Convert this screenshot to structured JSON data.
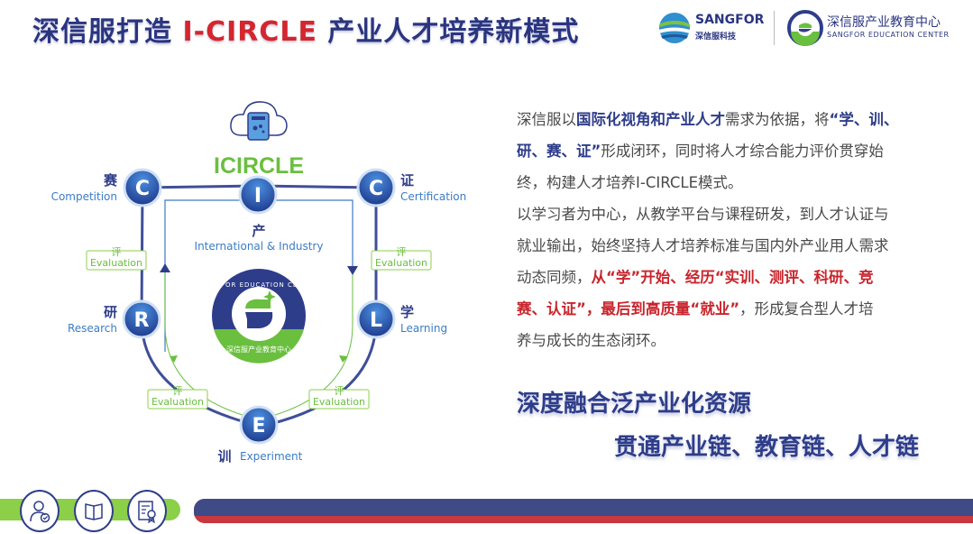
{
  "header": {
    "title_prefix": "深信服打造 ",
    "title_highlight": "I-CIRCLE",
    "title_suffix": " 产业人才培养新模式",
    "logo1_name": "SANGFOR",
    "logo1_sub": "深信服科技",
    "logo2_name": "深信服产业教育中心",
    "logo2_sub": "SANGFOR EDUCATION CENTER"
  },
  "diagram": {
    "brand": "ICIRCLE",
    "center_logo_ring_top": "SANGFOR EDUCATION CENTER",
    "center_logo_ring_bottom": "深信服产业教育中心",
    "nodes": [
      {
        "letter": "C",
        "cn": "赛",
        "en": "Competition"
      },
      {
        "letter": "I",
        "cn": "产",
        "en": "International & Industry"
      },
      {
        "letter": "C",
        "cn": "证",
        "en": "Certification"
      },
      {
        "letter": "R",
        "cn": "研",
        "en": "Research"
      },
      {
        "letter": "L",
        "cn": "学",
        "en": "Learning"
      },
      {
        "letter": "E",
        "cn": "训",
        "en": "Experiment"
      }
    ],
    "evaluation": {
      "cn": "评",
      "en": "Evaluation"
    }
  },
  "description": {
    "lines": [
      [
        {
          "t": "深信服以",
          "s": "n"
        },
        {
          "t": "国际化视角和产业人才",
          "s": "b"
        },
        {
          "t": "需求为依据，将",
          "s": "n"
        },
        {
          "t": "“学、训、",
          "s": "b"
        }
      ],
      [
        {
          "t": "研、赛、证”",
          "s": "b"
        },
        {
          "t": "形成闭环，同时将人才综合能力评价贯穿始",
          "s": "n"
        }
      ],
      [
        {
          "t": "终，构建人才培养I-CIRCLE模式。",
          "s": "n"
        }
      ],
      [
        {
          "t": "以学习者为中心，从教学平台与课程研发，到人才认证与",
          "s": "n"
        }
      ],
      [
        {
          "t": "就业输出，始终坚持人才培养标准与国内外产业用人需求",
          "s": "n"
        }
      ],
      [
        {
          "t": "动态同频，",
          "s": "n"
        },
        {
          "t": "从“学”开始、经历“实训、测评、科研、竞",
          "s": "r"
        }
      ],
      [
        {
          "t": "赛、认证”，最后到高质量“就业”",
          "s": "r"
        },
        {
          "t": "，形成复合型人才培",
          "s": "n"
        }
      ],
      [
        {
          "t": "养与成长的生态闭环。",
          "s": "n"
        }
      ]
    ]
  },
  "slogans": {
    "line1": "深度融合泛产业化资源",
    "line2": "贯通产业链、教育链、人才链"
  },
  "footer": {
    "icons": [
      "user-check-icon",
      "book-icon",
      "certificate-icon"
    ]
  },
  "colors": {
    "navy": "#2e3d8a",
    "red": "#d3262e",
    "green": "#6abf3f",
    "blue_text": "#3a7cc6"
  }
}
